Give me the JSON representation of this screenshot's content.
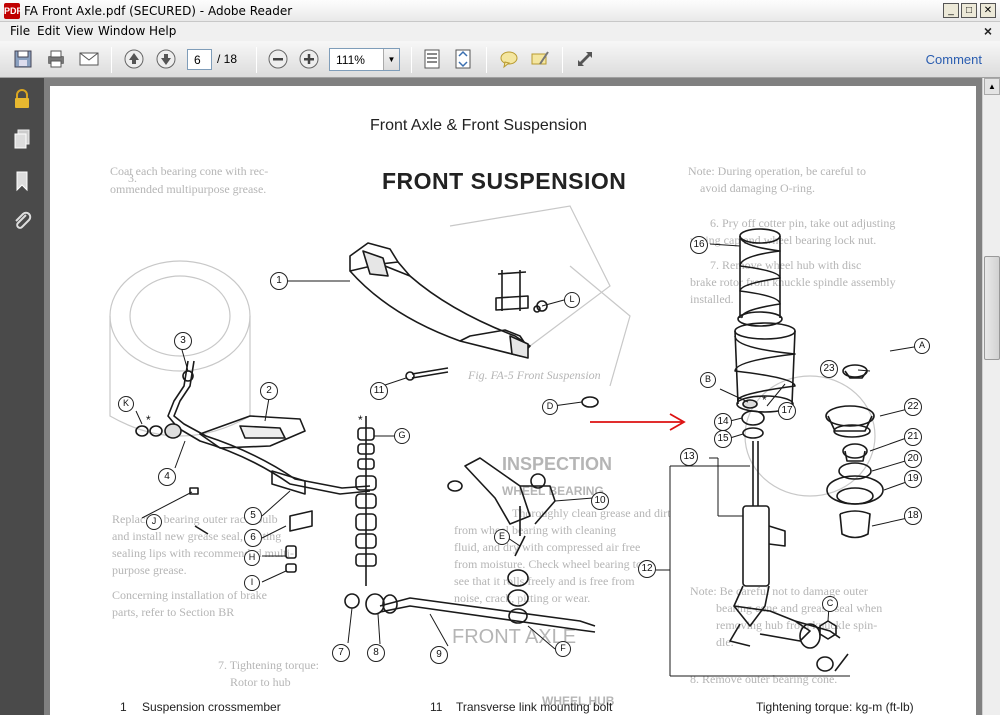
{
  "window": {
    "title": "FA Front Axle.pdf (SECURED) - Adobe Reader",
    "icon_text": "PDF",
    "minimize": "_",
    "maximize": "□",
    "close": "✕"
  },
  "menu": {
    "file": "File",
    "edit": "Edit",
    "view": "View",
    "window": "Window",
    "help": "Help",
    "close_doc": "×"
  },
  "toolbar": {
    "page_current": "6",
    "page_total": "/ 18",
    "zoom": "111%",
    "comment": "Comment",
    "icons": [
      "save-icon",
      "print-icon",
      "email-icon",
      "page-up-icon",
      "page-down-icon",
      "zoom-out-icon",
      "zoom-in-icon",
      "fit-page-icon",
      "fit-width-icon",
      "sticky-note-icon",
      "highlight-icon",
      "fullscreen-icon"
    ]
  },
  "navpane": {
    "icons": [
      "lock-icon",
      "pages-icon",
      "bookmarks-icon",
      "attachments-icon"
    ]
  },
  "document": {
    "header": "Front Axle & Front Suspension",
    "title": "FRONT SUSPENSION",
    "bottom_left": "Suspension crossmember",
    "bottom_left_num": "1",
    "bottom_mid_num": "11",
    "bottom_mid": "Transverse link mounting bolt",
    "bottom_right": "Tightening torque: kg-m (ft-lb)",
    "callouts": {
      "c1": "1",
      "c2": "2",
      "c3": "3",
      "c4": "4",
      "c5": "5",
      "c6": "6",
      "c7": "7",
      "c8": "8",
      "c9": "9",
      "c10": "10",
      "c11": "11",
      "c12": "12",
      "c13": "13",
      "c14": "14",
      "c15": "15",
      "c16": "16",
      "c17": "17",
      "c18": "18",
      "c19": "19",
      "c20": "20",
      "c21": "21",
      "c22": "22",
      "c23": "23",
      "cA": "A",
      "cB": "B",
      "cC": "C",
      "cD": "D",
      "cE": "E",
      "cF": "F",
      "cG": "G",
      "cH": "H",
      "cI": "I",
      "cJ": "J",
      "cK": "K",
      "cL": "L"
    },
    "ghost_text": {
      "g1": "Coat each bearing cone with rec-",
      "g2": "ommended multipurpose grease.",
      "g3": "3.",
      "g4": "Note: During operation, be careful to",
      "g5": "avoid damaging O-ring.",
      "g6": "6.  Pry off cotter pin, take out adjusting",
      "g7": "nuting cap and wheel bearing lock nut.",
      "g8": "7.  Remove wheel hub with disc",
      "g9": "brake rotor from knuckle spindle assembly",
      "g10": "installed.",
      "g11": "INSPECTION",
      "g12": "WHEEL BEARING",
      "g13": "Thoroughly clean grease and dirt",
      "g14": "from wheel bearing with cleaning",
      "g15": "fluid, and dry with compressed air free",
      "g16": "from moisture. Check wheel bearing to",
      "g17": "see that it rolls freely and is free from",
      "g18": "noise, crack, pitting or wear.",
      "g19": "FRONT AXLE",
      "g20": "Note: Be careful not to damage outer",
      "g21": "bearing cone and grease seal when",
      "g22": "removing hub from knuckle spin-",
      "g23": "dle.",
      "g24": "8.  Remove outer bearing cone.",
      "g25": "Replacing bearing outer race, bulb",
      "g26": "and install new grease seal, coating",
      "g27": "sealing lips with recommended multi-",
      "g28": "purpose grease.",
      "g29": "Concerning installation of brake",
      "g30": "parts, refer to Section BR",
      "g31": "7.  Tightening torque:",
      "g32": "Rotor to hub",
      "g33": "WHEEL HUB",
      "g34": "Fig. FA-5  Front Suspension"
    }
  }
}
